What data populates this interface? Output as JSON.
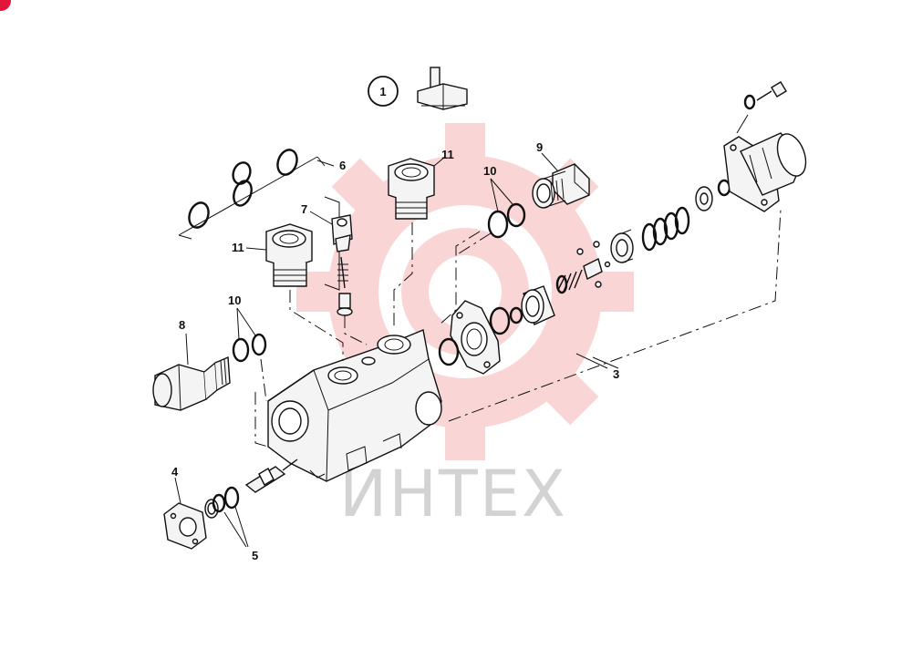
{
  "watermark": {
    "text": "ИНТЕХ",
    "logo": "gear-logo-icon",
    "logo_color": "#f4a7a7",
    "text_color": "#d3d3d3"
  },
  "badge_color": "#e0173a",
  "view_indicator": {
    "number": "1"
  },
  "callouts": [
    {
      "id": "label-3",
      "text": "3"
    },
    {
      "id": "label-4",
      "text": "4"
    },
    {
      "id": "label-5",
      "text": "5"
    },
    {
      "id": "label-6",
      "text": "6"
    },
    {
      "id": "label-7",
      "text": "7"
    },
    {
      "id": "label-8",
      "text": "8"
    },
    {
      "id": "label-9",
      "text": "9"
    },
    {
      "id": "label-10-left",
      "text": "10"
    },
    {
      "id": "label-10-top",
      "text": "10"
    },
    {
      "id": "label-11-left",
      "text": "11"
    },
    {
      "id": "label-11-top",
      "text": "11"
    }
  ]
}
